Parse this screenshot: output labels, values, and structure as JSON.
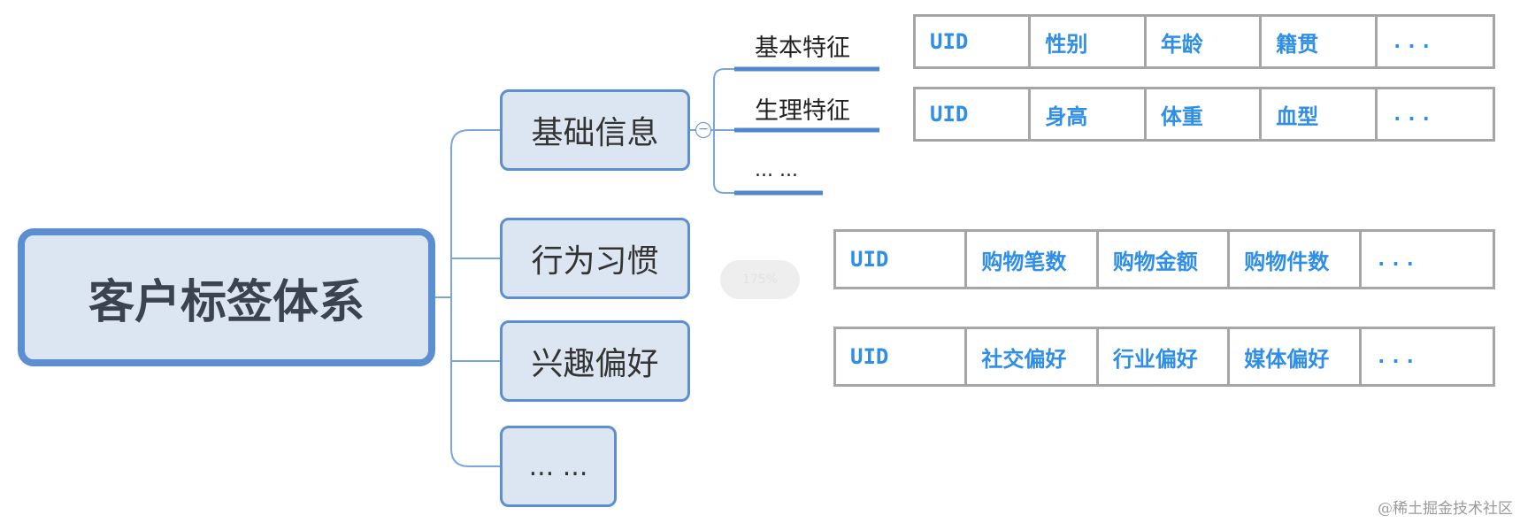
{
  "root": {
    "label": "客户标签体系"
  },
  "branches": [
    {
      "label": "基础信息"
    },
    {
      "label": "行为习惯"
    },
    {
      "label": "兴趣偏好"
    },
    {
      "label": "... ..."
    }
  ],
  "sub_branches": [
    {
      "label": "基本特征"
    },
    {
      "label": "生理特征"
    },
    {
      "label": "... ..."
    }
  ],
  "collapse_symbol": "−",
  "zoom_badge": "175%",
  "tables": [
    {
      "cells": [
        "UID",
        "性别",
        "年龄",
        "籍贯",
        "..."
      ]
    },
    {
      "cells": [
        "UID",
        "身高",
        "体重",
        "血型",
        "..."
      ]
    },
    {
      "cells": [
        "UID",
        "购物笔数",
        "购物金额",
        "购物件数",
        "..."
      ]
    },
    {
      "cells": [
        "UID",
        "社交偏好",
        "行业偏好",
        "媒体偏好",
        "..."
      ]
    }
  ],
  "watermark": "@稀土掘金技术社区",
  "colors": {
    "node_fill": "#dce6f2",
    "node_border": "#5b8fd1",
    "cell_text": "#2e8ee8",
    "table_border": "#a6a6a6"
  }
}
